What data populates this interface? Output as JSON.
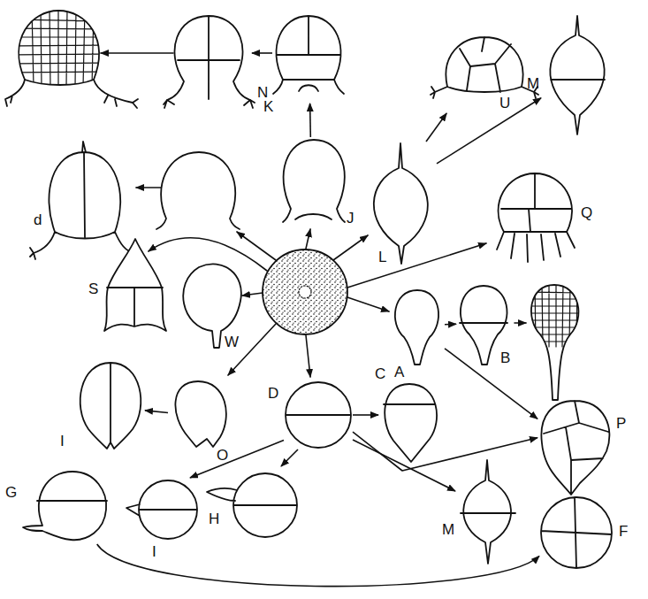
{
  "diagram": {
    "nodes": [
      {
        "text": [
          "N"
        ]
      },
      {
        "text": [
          "K"
        ]
      },
      {
        "text": [
          "U"
        ]
      },
      {
        "text": [
          "M"
        ]
      },
      {
        "text": [
          "d"
        ]
      },
      {
        "text": [
          "J"
        ]
      },
      {
        "text": [
          "L"
        ]
      },
      {
        "text": [
          "Q"
        ]
      },
      {
        "text": [
          "S"
        ]
      },
      {
        "text": [
          "W"
        ]
      },
      {
        "text": [
          "A"
        ]
      },
      {
        "text": [
          "B"
        ]
      },
      {
        "text": [
          "P"
        ]
      },
      {
        "text": [
          "I"
        ]
      },
      {
        "text": [
          "O"
        ]
      },
      {
        "text": [
          "D"
        ]
      },
      {
        "text": [
          "C"
        ]
      },
      {
        "text": [
          "G"
        ]
      },
      {
        "text": [
          "I"
        ]
      },
      {
        "text": [
          "H"
        ]
      },
      {
        "text": [
          "M"
        ]
      },
      {
        "text": [
          "F"
        ]
      }
    ],
    "edges": [
      {
        "from": 1,
        "to": 0,
        "arrow": "to"
      },
      {
        "from": 5,
        "to": 1,
        "arrow": "to"
      },
      {
        "from": 6,
        "to": 2,
        "arrow": "to"
      },
      {
        "from": 6,
        "to": 3,
        "arrow": "to"
      },
      {
        "from": 10,
        "to": 11,
        "arrow": "to"
      },
      {
        "from": 10,
        "to": 12,
        "arrow": "to"
      },
      {
        "from": 14,
        "to": 13,
        "arrow": "to"
      },
      {
        "from": 15,
        "to": 16,
        "arrow": "to"
      },
      {
        "from": 15,
        "to": 18,
        "arrow": "to"
      },
      {
        "from": 15,
        "to": 19,
        "arrow": "to"
      },
      {
        "from": 15,
        "to": 20,
        "arrow": "to"
      },
      {
        "from": 15,
        "to": 12,
        "arrow": "to"
      },
      {
        "from": 17,
        "to": 21,
        "arrow": "to"
      }
    ]
  }
}
